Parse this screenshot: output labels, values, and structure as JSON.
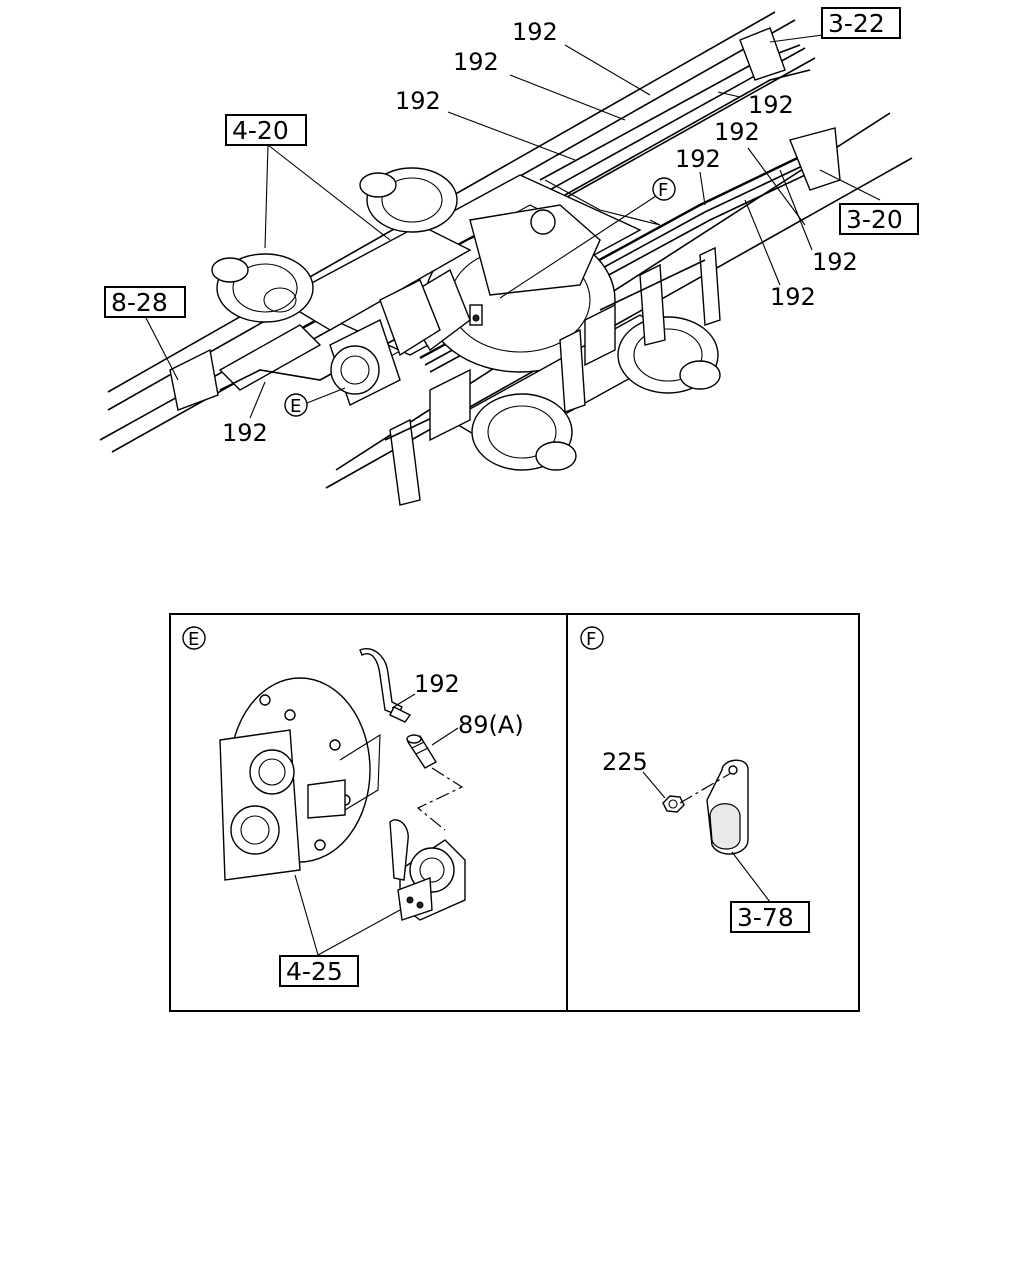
{
  "labels": {
    "top_pipe_1": "192",
    "top_pipe_2": "192",
    "top_pipe_3": "192",
    "top_pipe_4": "192",
    "right_pipe_1": "192",
    "right_pipe_2": "192",
    "right_pipe_3": "192",
    "right_pipe_4": "192",
    "left_pipe": "192",
    "detail_e_pipe": "192",
    "detail_e_connector": "89(A)",
    "detail_f_nut": "225"
  },
  "refs": {
    "ref_3_22": "3-22",
    "ref_4_20": "4-20",
    "ref_3_20": "3-20",
    "ref_8_28": "8-28",
    "ref_4_25": "4-25",
    "ref_3_78": "3-78"
  },
  "callouts": {
    "e_main": "E",
    "f_main": "F",
    "e_panel": "E",
    "f_panel": "F"
  }
}
